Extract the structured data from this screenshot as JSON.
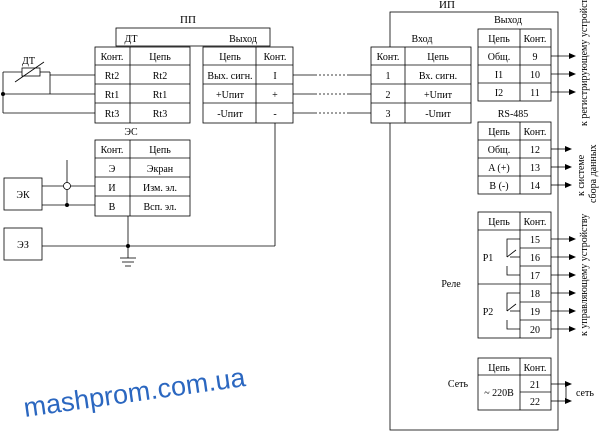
{
  "pp": {
    "title": "ПП",
    "dt": {
      "title": "ДТ",
      "col_contact": "Конт.",
      "col_circuit": "Цепь",
      "rows": [
        {
          "contact": "Rt2",
          "circuit": "Rt2"
        },
        {
          "contact": "Rt1",
          "circuit": "Rt1"
        },
        {
          "contact": "Rt3",
          "circuit": "Rt3"
        }
      ]
    },
    "output": {
      "title": "Выход",
      "col_circuit": "Цепь",
      "col_contact": "Конт.",
      "rows": [
        {
          "circuit": "Вых. сигн.",
          "contact": "I"
        },
        {
          "circuit": "+Uпит",
          "contact": "+"
        },
        {
          "circuit": "-Uпит",
          "contact": "-"
        }
      ]
    },
    "es": {
      "title": "ЭС",
      "col_contact": "Конт.",
      "col_circuit": "Цепь",
      "rows": [
        {
          "contact": "Э",
          "circuit": "Экран"
        },
        {
          "contact": "И",
          "circuit": "Изм. эл."
        },
        {
          "contact": "В",
          "circuit": "Всп. эл."
        }
      ]
    }
  },
  "sensor": {
    "label": "ДТ"
  },
  "ek": {
    "label": "ЭК"
  },
  "ez": {
    "label": "ЭЗ"
  },
  "ip": {
    "title": "ИП",
    "input": {
      "title": "Вход",
      "col_contact": "Конт.",
      "col_circuit": "Цепь",
      "rows": [
        {
          "contact": "1",
          "circuit": "Вх. сигн."
        },
        {
          "contact": "2",
          "circuit": "+Uпит"
        },
        {
          "contact": "3",
          "circuit": "-Uпит"
        }
      ]
    },
    "output": {
      "title": "Выход",
      "col_circuit": "Цепь",
      "col_contact": "Конт.",
      "rows": [
        {
          "circuit": "Общ.",
          "contact": "9"
        },
        {
          "circuit": "I1",
          "contact": "10"
        },
        {
          "circuit": "I2",
          "contact": "11"
        }
      ],
      "side_label": "к регистрирующему устройству"
    },
    "rs485": {
      "title": "RS-485",
      "col_circuit": "Цепь",
      "col_contact": "Конт.",
      "rows": [
        {
          "circuit": "Общ.",
          "contact": "12"
        },
        {
          "circuit": "A (+)",
          "contact": "13"
        },
        {
          "circuit": "B (-)",
          "contact": "14"
        }
      ],
      "side_label_1": "к системе",
      "side_label_2": "сбора данных"
    },
    "relay": {
      "label": "Реле",
      "col_circuit": "Цепь",
      "col_contact": "Конт.",
      "p1": "Р1",
      "p2": "Р2",
      "contacts": [
        "15",
        "16",
        "17",
        "18",
        "19",
        "20"
      ],
      "side_label": "к управляющему устройству"
    },
    "network": {
      "label": "Сеть",
      "col_circuit": "Цепь",
      "col_contact": "Конт.",
      "circuit": "~ 220В",
      "contacts": [
        "21",
        "22"
      ],
      "side_label": "сеть"
    }
  },
  "watermark": "mashprom.com.ua"
}
